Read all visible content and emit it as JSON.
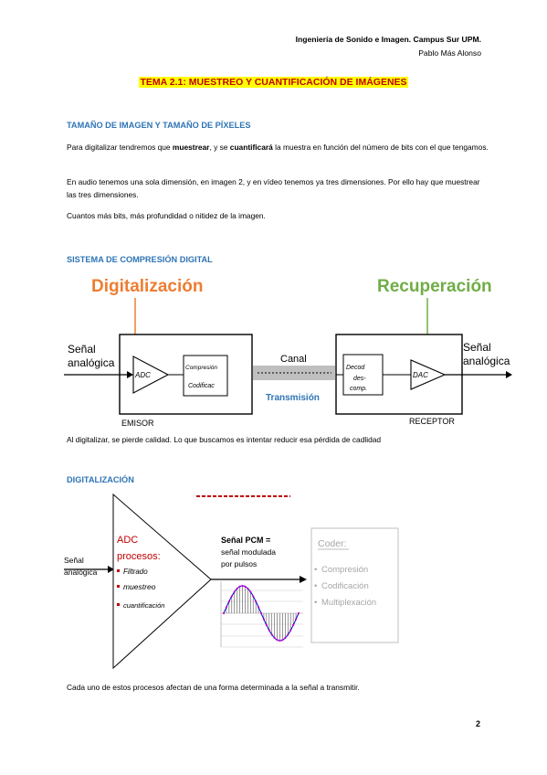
{
  "header": {
    "line1": "Ingeniería de Sonido e Imagen. Campus Sur UPM.",
    "line2": "Pablo Más Alonso"
  },
  "title": "TEMA 2.1: MUESTREO Y CUANTIFICACIÓN DE IMÁGENES",
  "section1": {
    "heading": "TAMAÑO DE IMAGEN Y TAMAÑO DE PÍXELES",
    "p1_a": "Para digitalizar tendremos que ",
    "p1_b": "muestrear",
    "p1_c": ", y se ",
    "p1_d": "cuantificará",
    "p1_e": " la muestra en función del número de bits con el que tengamos.",
    "p2": "En audio tenemos una sola dimensión, en imagen 2, y en vídeo tenemos ya tres dimensiones. Por ello hay que muestrear las tres dimensiones.",
    "p3": "Cuantos más bits, más profundidad o nitidez de la imagen."
  },
  "section2": {
    "heading": "SISTEMA DE COMPRESIÓN DIGITAL",
    "diagram": {
      "digitalizacion": "Digitalización",
      "recuperacion": "Recuperación",
      "input_l1": "Señal",
      "input_l2": "analógica",
      "output_l1": "Señal",
      "output_l2": "analógica",
      "adc": "ADC",
      "comp_l1": "Compresión",
      "comp_l2": "Codificac",
      "canal": "Canal",
      "transmision": "Transmisión",
      "decod_l1": "Decod",
      "decod_l2": "des-",
      "decod_l3": "comp.",
      "dac": "DAC",
      "emisor": "EMISOR",
      "receptor": "RECEPTOR",
      "color_digitalizacion": "#ed7d31",
      "color_recuperacion": "#70ad47",
      "color_transmision": "#2e74b5"
    },
    "caption": "Al digitalizar, se pierde calidad. Lo que buscamos es intentar reducir esa pérdida de cadlidad"
  },
  "section3": {
    "heading": "DIGITALIZACIÓN",
    "diagram": {
      "input_l1": "Señal",
      "input_l2": "analógica",
      "adc": "ADC",
      "procesos": "procesos:",
      "proc1": "Filtrado",
      "proc2": "muestreo",
      "proc3": "cuantificación",
      "pcm_title": "Señal PCM =",
      "pcm_l2": "señal modulada",
      "pcm_l3": "por pulsos",
      "coder_title": "Coder:",
      "coder1": "Compresión",
      "coder2": "Codificación",
      "coder3": "Multiplexación"
    },
    "caption": "Cada uno de estos procesos afectan de una forma determinada a la señal a transmitir."
  },
  "page_number": "2"
}
